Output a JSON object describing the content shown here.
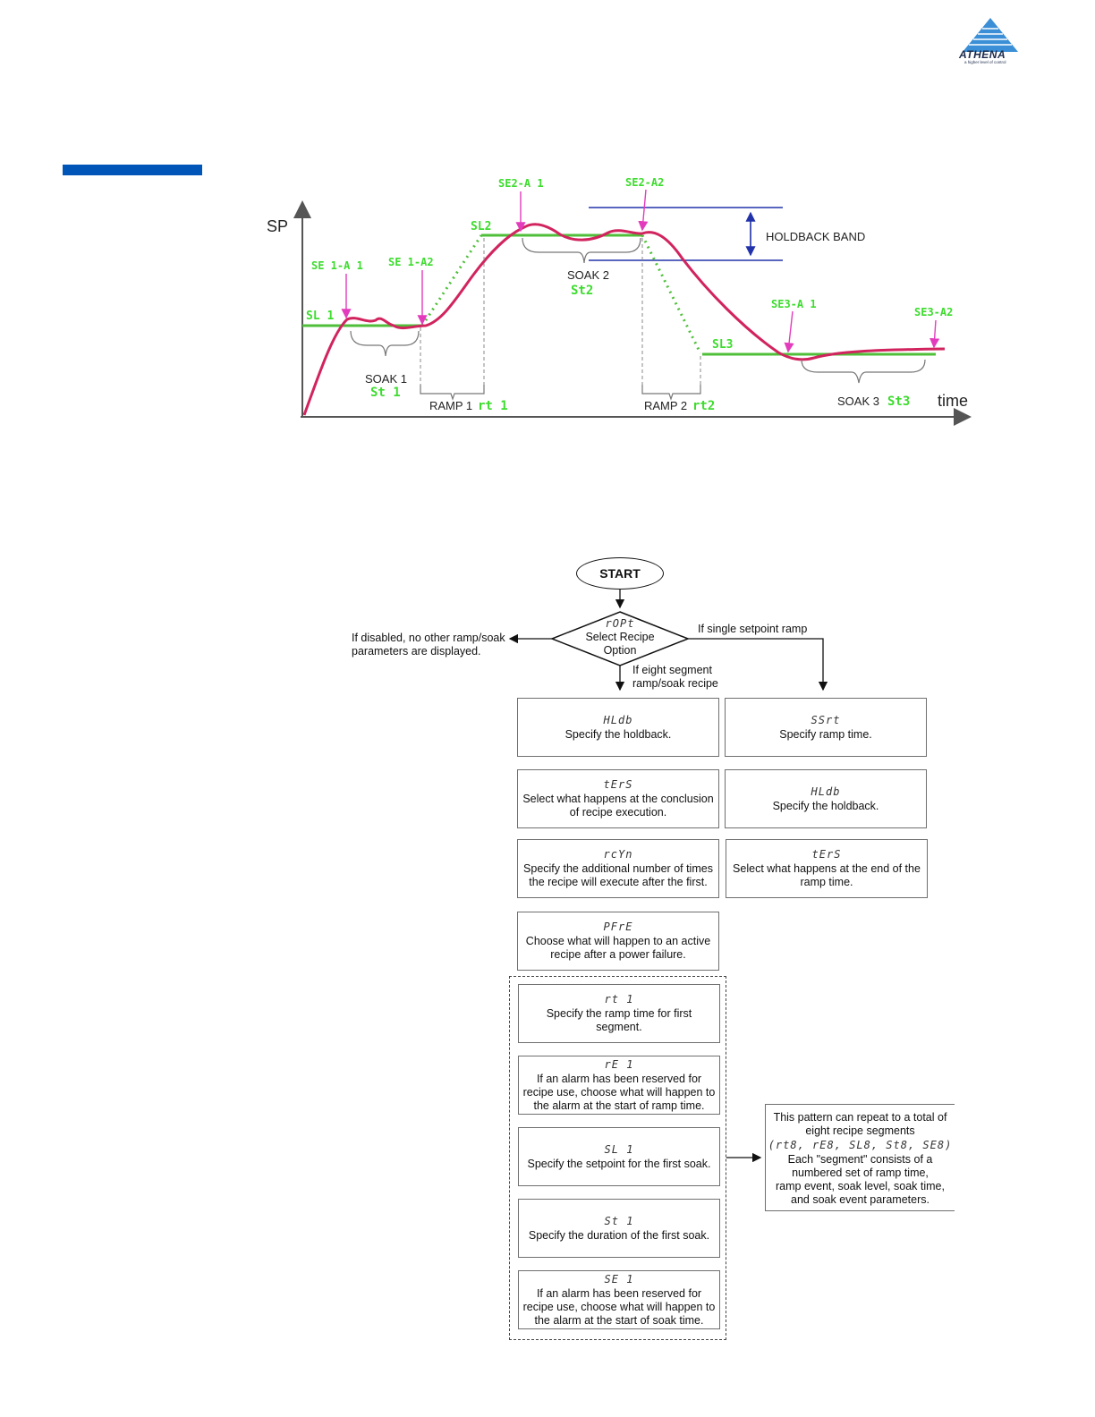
{
  "logo": {
    "word": "ATHENA",
    "tagline": "a higher level of control"
  },
  "chart": {
    "y_label": "SP",
    "x_label": "time",
    "holdback_band": "HOLDBACK BAND",
    "markers": {
      "se1_a1": "SE 1-A 1",
      "se1_a2": "SE 1-A2",
      "se2_a1": "SE2-A 1",
      "se2_a2": "SE2-A2",
      "se3_a1": "SE3-A 1",
      "se3_a2": "SE3-A2",
      "sl1": "SL 1",
      "sl2": "SL2",
      "sl3": "SL3"
    },
    "spans": {
      "soak1": "SOAK 1",
      "soak1_code": "St 1",
      "ramp1": "RAMP 1",
      "ramp1_code": "rt 1",
      "soak2": "SOAK 2",
      "soak2_code": "St2",
      "ramp2": "RAMP 2",
      "ramp2_code": "rt2",
      "soak3": "SOAK 3",
      "soak3_code": "St3"
    }
  },
  "flowchart": {
    "start": "START",
    "decision": {
      "code": "rOPt",
      "line1": "Select Recipe",
      "line2": "Option"
    },
    "disabled_note": {
      "line1": "If disabled, no other ramp/soak",
      "line2": "parameters are displayed."
    },
    "single_note": "If single setpoint ramp",
    "eight_note": {
      "line1": "If eight segment",
      "line2": "ramp/soak recipe"
    },
    "left_boxes": [
      {
        "code": "HLdb",
        "text": "Specify the holdback."
      },
      {
        "code": "tErS",
        "text": "Select what happens at the conclusion of recipe execution."
      },
      {
        "code": "rcYn",
        "text": "Specify the additional number of times the recipe will execute after the first."
      },
      {
        "code": "PFrE",
        "text": "Choose what will happen to an active recipe after a power failure."
      }
    ],
    "right_boxes": [
      {
        "code": "SSrt",
        "text": "Specify ramp time."
      },
      {
        "code": "HLdb",
        "text": "Specify the holdback."
      },
      {
        "code": "tErS",
        "text": "Select what happens at the end of the ramp time."
      }
    ],
    "segment_boxes": [
      {
        "code": "rt 1",
        "text": "Specify the ramp time for first segment."
      },
      {
        "code": "rE 1",
        "text": "If an alarm has been reserved for recipe use, choose what will happen to the alarm at the start of ramp time."
      },
      {
        "code": "SL 1",
        "text": "Specify the setpoint for the first soak."
      },
      {
        "code": "St 1",
        "text": "Specify the duration of the first soak."
      },
      {
        "code": "SE 1",
        "text": "If an alarm has been reserved for recipe use, choose what will happen to the alarm at the start of soak time."
      }
    ],
    "repeat_note": {
      "line1": "This pattern can repeat to a total of",
      "line2": "eight recipe segments",
      "codes": "(rt8, rE8, SL8, St8, SE8)",
      "line3": "Each \"segment\" consists of a",
      "line4": "numbered set of ramp time,",
      "line5": "ramp event, soak level, soak time,",
      "line6": "and soak event parameters."
    }
  }
}
